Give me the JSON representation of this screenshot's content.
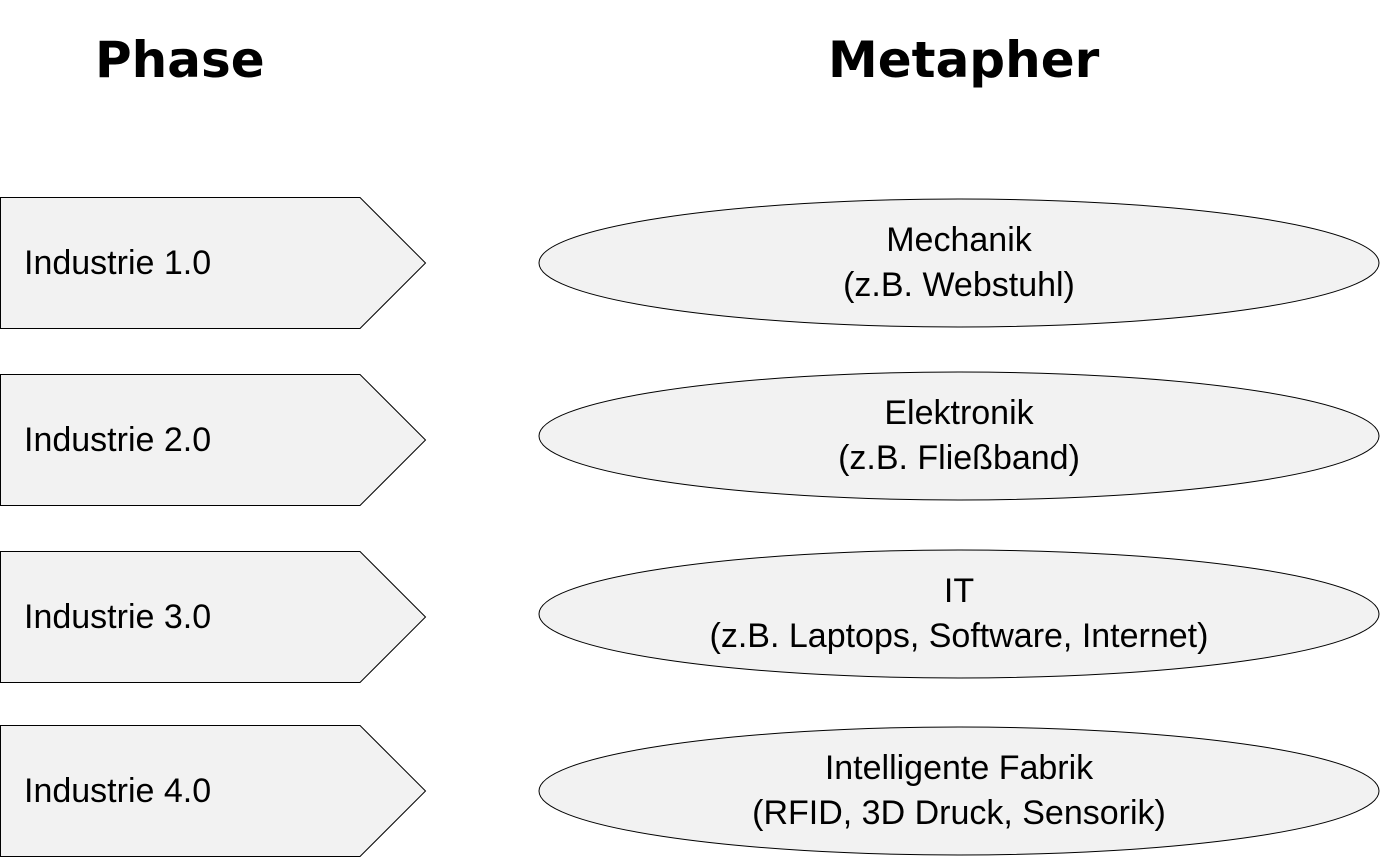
{
  "headings": {
    "phase": "Phase",
    "metapher": "Metapher"
  },
  "rows": [
    {
      "phase": "Industrie 1.0",
      "title": "Mechanik",
      "example": "(z.B. Webstuhl)"
    },
    {
      "phase": "Industrie 2.0",
      "title": "Elektronik",
      "example": "(z.B. Fließband)"
    },
    {
      "phase": "Industrie 3.0",
      "title": "IT",
      "example": "(z.B. Laptops, Software, Internet)"
    },
    {
      "phase": "Industrie 4.0",
      "title": "Intelligente Fabrik",
      "example": "(RFID, 3D Druck, Sensorik)"
    }
  ],
  "colors": {
    "shape_fill": "#f2f2f2",
    "shape_stroke": "#000000",
    "text": "#000000"
  }
}
